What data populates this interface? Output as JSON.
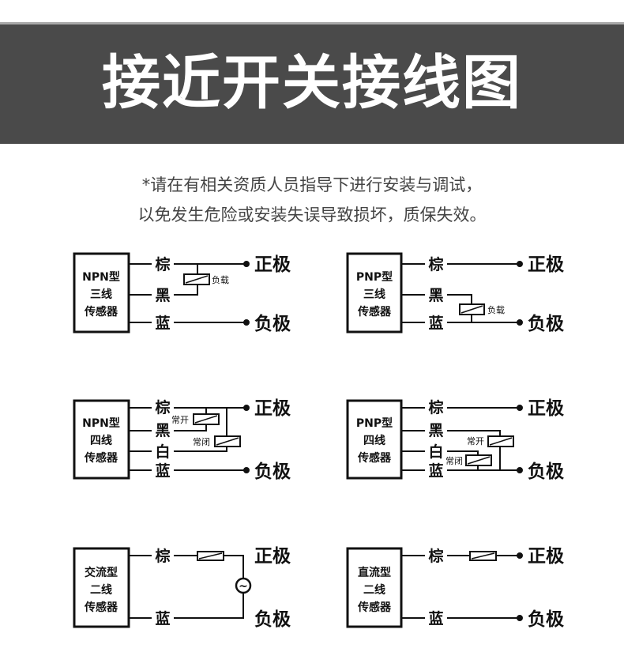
{
  "header": {
    "title": "接近开关接线图"
  },
  "notice": {
    "line1": "*请在有相关资质人员指导下进行安装与调试，",
    "line2": "以免发生危险或安装失误导致损坏，质保失效。"
  },
  "wires": {
    "brown": "棕",
    "black": "黑",
    "white": "白",
    "blue": "蓝"
  },
  "terminals": {
    "positive": "正极",
    "negative": "负极"
  },
  "loads": {
    "load": "负载",
    "no": "常开",
    "nc": "常闭"
  },
  "diagrams": [
    {
      "type": "NPN型",
      "wires": "三线",
      "device": "传感器"
    },
    {
      "type": "PNP型",
      "wires": "三线",
      "device": "传感器"
    },
    {
      "type": "NPN型",
      "wires": "四线",
      "device": "传感器"
    },
    {
      "type": "PNP型",
      "wires": "四线",
      "device": "传感器"
    },
    {
      "type": "交流型",
      "wires": "二线",
      "device": "传感器"
    },
    {
      "type": "直流型",
      "wires": "二线",
      "device": "传感器"
    }
  ],
  "ac_source_symbol": "~"
}
